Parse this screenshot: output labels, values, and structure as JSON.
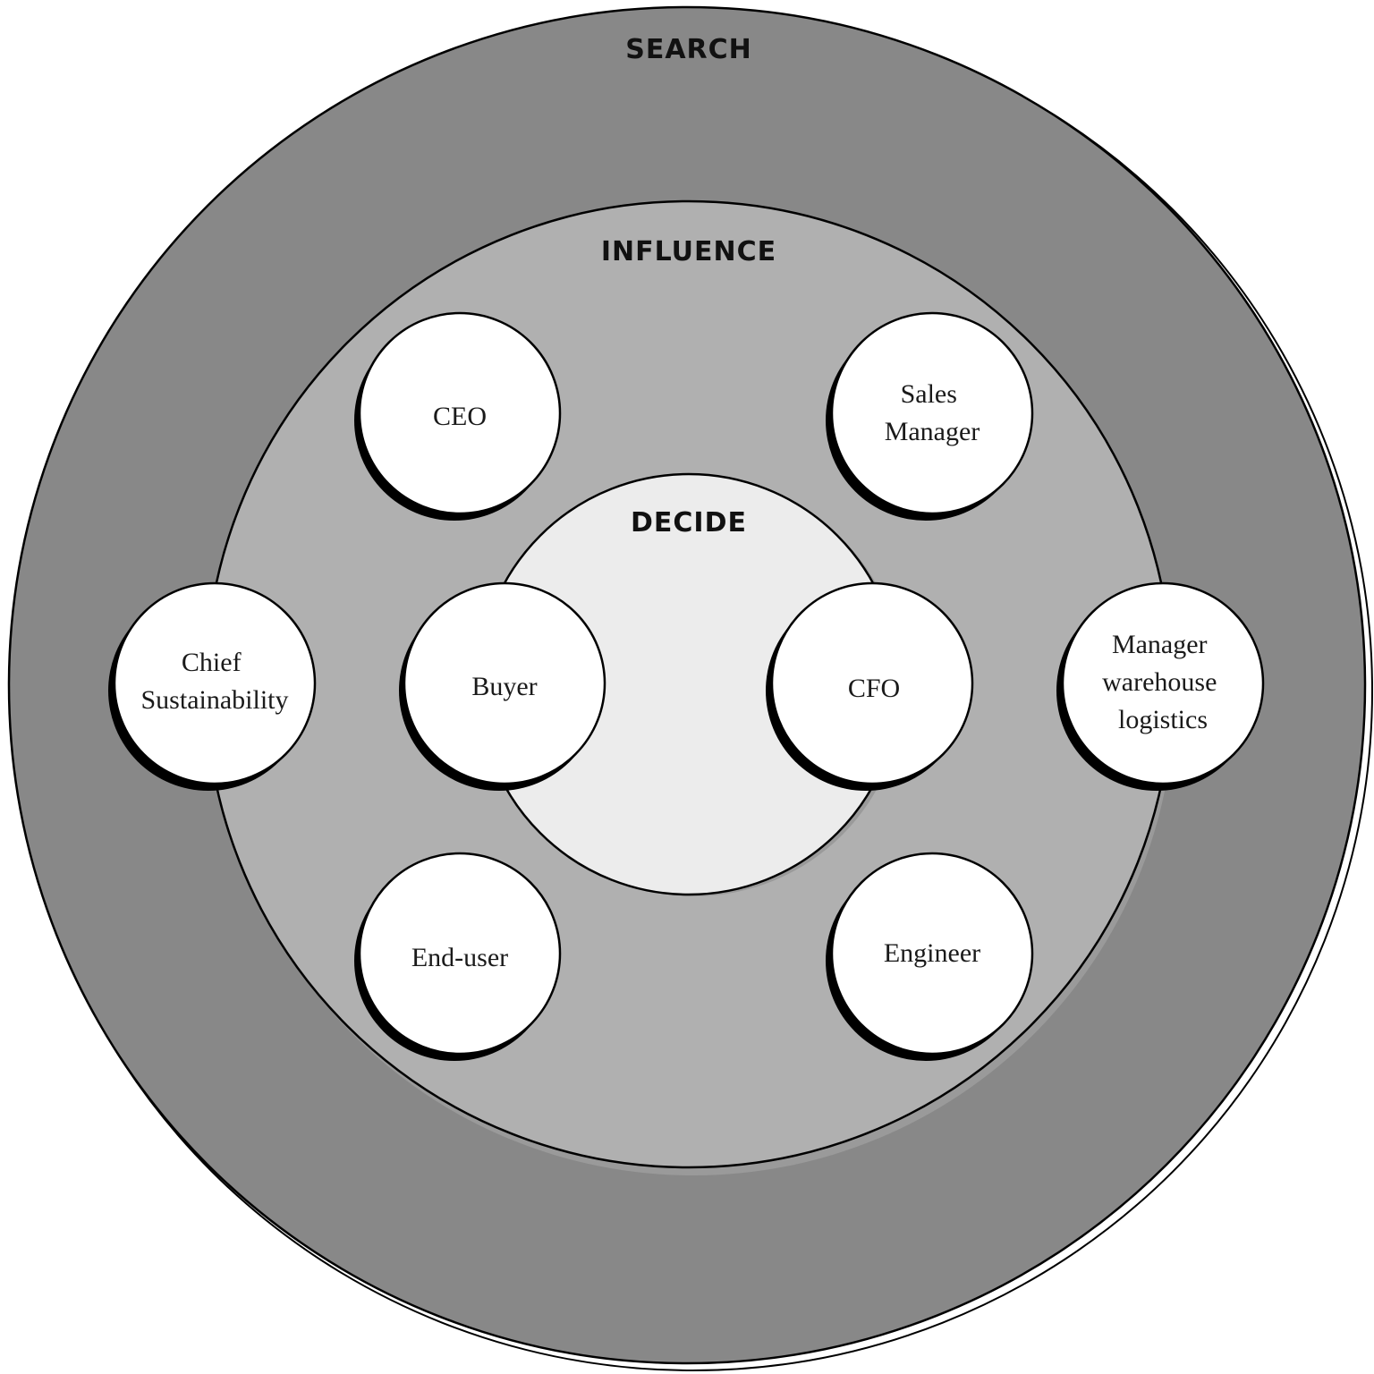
{
  "diagram": {
    "rings": {
      "outer": {
        "label": "SEARCH",
        "fill": "#888888"
      },
      "middle": {
        "label": "INFLUENCE",
        "fill": "#b0b0b0"
      },
      "inner": {
        "label": "DECIDE",
        "fill": "#ececec"
      }
    },
    "roles": [
      {
        "id": "ceo",
        "lines": [
          "CEO"
        ]
      },
      {
        "id": "sales-manager",
        "lines": [
          "Sales",
          "Manager"
        ]
      },
      {
        "id": "chief-sustainability",
        "lines": [
          "Chief",
          "Sustainability"
        ]
      },
      {
        "id": "buyer",
        "lines": [
          "Buyer"
        ]
      },
      {
        "id": "cfo",
        "lines": [
          "CFO"
        ]
      },
      {
        "id": "manager-warehouse-logistics",
        "lines": [
          "Manager",
          "warehouse",
          "logistics"
        ]
      },
      {
        "id": "end-user",
        "lines": [
          "End-user"
        ]
      },
      {
        "id": "engineer",
        "lines": [
          "Engineer"
        ]
      }
    ]
  }
}
